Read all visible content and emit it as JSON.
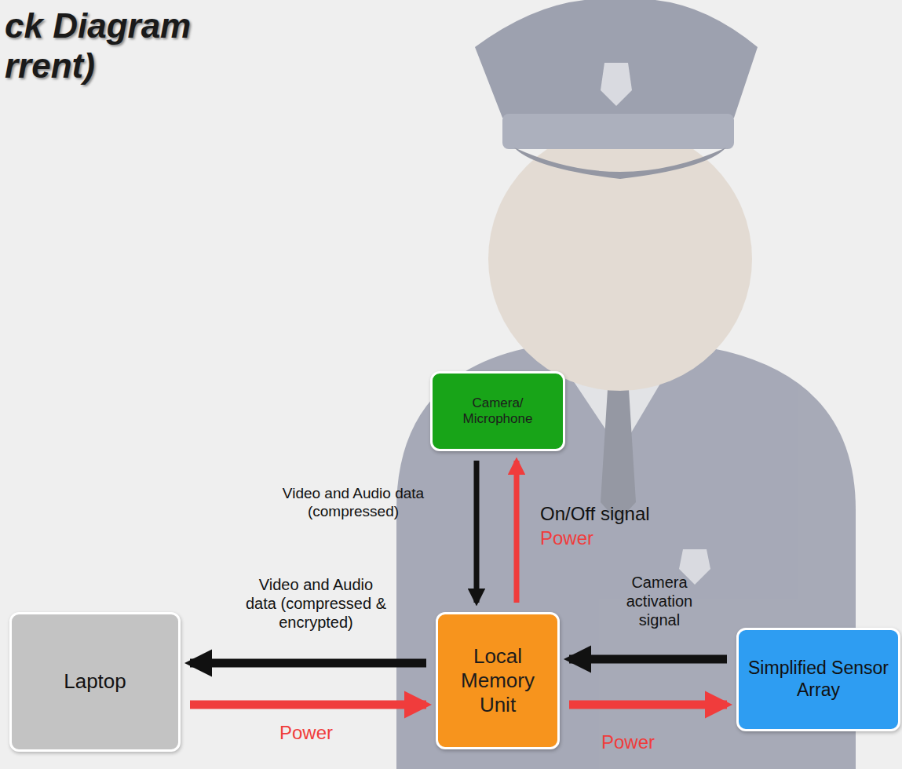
{
  "diagram": {
    "title": "ck Diagram rrent)",
    "nodes": [
      {
        "text": [
          "Camera/ Microphone"
        ]
      },
      {
        "text": [
          "Laptop"
        ]
      },
      {
        "text": [
          "Local Memory Unit"
        ]
      },
      {
        "text": [
          "Simplified Sensor Array"
        ]
      }
    ],
    "edges": [
      {
        "from": 0,
        "to": 2,
        "label": "Video and Audio data (compressed)",
        "arrow": "to"
      },
      {
        "from": 2,
        "to": 0,
        "label": "On/Off signal",
        "arrow": "to"
      },
      {
        "from": 2,
        "to": 1,
        "label": "Video and Audio data (compressed & encrypted)",
        "arrow": "to"
      },
      {
        "from": 1,
        "to": 2,
        "label": "Power",
        "arrow": "to"
      },
      {
        "from": 3,
        "to": 2,
        "label": "Camera activation signal",
        "arrow": "to"
      },
      {
        "from": 2,
        "to": 3,
        "label": "Power",
        "arrow": "to"
      }
    ],
    "labels": [
      "Power"
    ]
  }
}
